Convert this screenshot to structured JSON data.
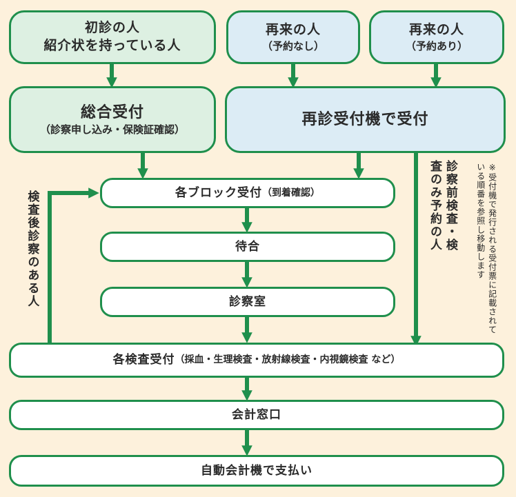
{
  "boxes": {
    "first_visit": {
      "line1": "初診の人",
      "line2": "紹介状を持っている人"
    },
    "return_no_appt": {
      "line1": "再来の人",
      "line2": "（予約なし）"
    },
    "return_appt": {
      "line1": "再来の人",
      "line2": "（予約あり）"
    },
    "general_reception": {
      "line1": "総合受付",
      "line2": "（診察申し込み・保険証確認）"
    },
    "revisit_kiosk": {
      "line1": "再診受付機で受付"
    },
    "block_reception": {
      "main": "各ブロック受付",
      "sub": "（到着確認）"
    },
    "waiting": {
      "line1": "待合"
    },
    "exam_room": {
      "line1": "診察室"
    },
    "test_reception": {
      "main": "各検査受付",
      "sub": "（採血・生理検査・放射線検査・内視鏡検査 など）"
    },
    "cashier": {
      "line1": "会計窓口"
    },
    "auto_pay": {
      "line1": "自動会計機で支払い"
    }
  },
  "side_labels": {
    "post_test_consult": "検査後診察のある人",
    "pre_test_only": "診察前検査・検査のみ予約の人",
    "note": "※受付機で発行される受付票に記載されている順番を参照し移動します"
  },
  "colors": {
    "arrow": "#1f8f4c",
    "border": "#1f8f4c",
    "background": "#fdf1dc"
  }
}
